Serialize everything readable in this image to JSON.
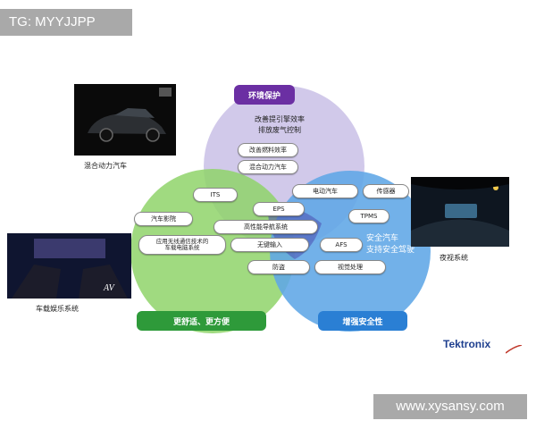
{
  "tags": {
    "source": "TG: MYYJJPP",
    "watermark": "www.xysansy.com"
  },
  "colors": {
    "env_circle": "#c9bfe6",
    "comfort_circle": "#8fd36a",
    "safety_circle": "#5ea6e6",
    "env_label": "#6b2fa3",
    "comfort_label": "#2e9a3a",
    "safety_label": "#2a7fd4"
  },
  "circles": {
    "environment": {
      "label": "环境保护",
      "lines": [
        "改善提引擎效率",
        "排放废气控制"
      ]
    },
    "comfort": {
      "label": "更舒适、更方便"
    },
    "safety": {
      "label": "增强安全性",
      "lines": [
        "安全汽车",
        "支持安全驾驶"
      ]
    }
  },
  "pills": {
    "fuel_efficiency": "改善燃料效率",
    "hybrid": "混合动力汽车",
    "its": "ITS",
    "electric_car": "电动汽车",
    "sensor": "传感器",
    "eps": "EPS",
    "car_video": "汽车影院",
    "tpms": "TPMS",
    "navigation": "高性能导航系统",
    "wireless_line1": "应用无线通信技术的",
    "wireless_line2": "车载电脑系统",
    "keyless": "无键输入",
    "afs": "AFS",
    "antitheft": "防盗",
    "vision": "视觉处理"
  },
  "captions": {
    "hybrid_car": "混合动力汽车",
    "night_vision": "夜视系统",
    "entertainment": "车载娱乐系统"
  },
  "logo": "Tektronix"
}
